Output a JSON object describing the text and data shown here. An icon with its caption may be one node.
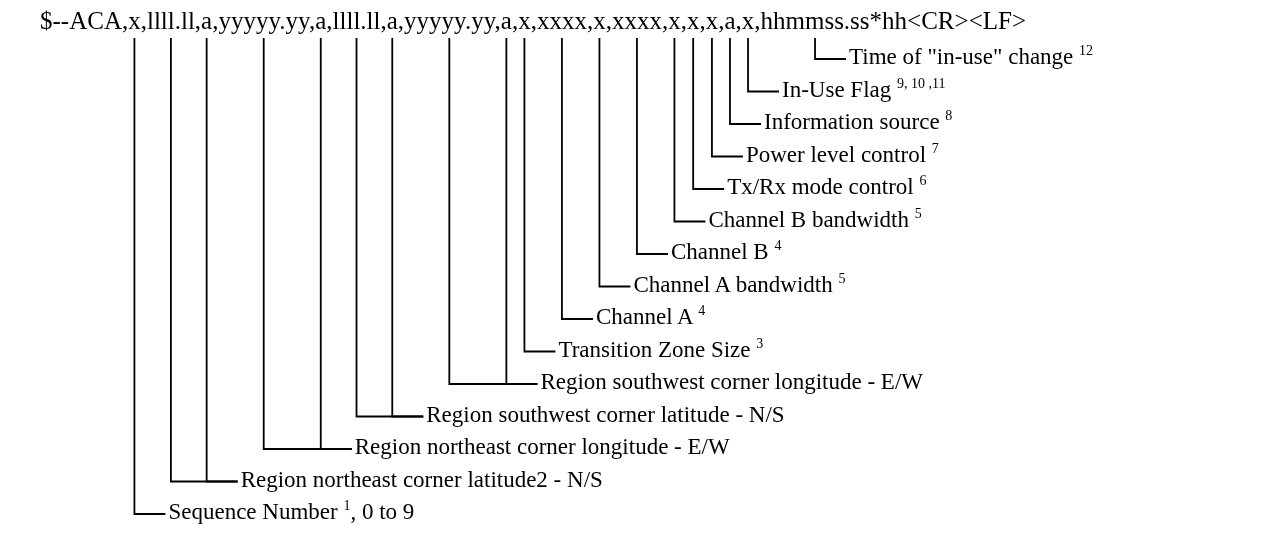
{
  "diagram": {
    "nodes": [
      {
        "text": [
          "$--ACA,x,llll.ll,a,yyyyy.yy,a,llll.ll,a,yyyyy.yy,a,x,xxxx,x,xxxx,x,x,x,a,x,hhmmss.ss*hh<CR><LF>"
        ]
      },
      {
        "text": [
          "Time of \"in-use\" change $^{12}$"
        ]
      },
      {
        "text": [
          "In-Use Flag $^{9, 10 ,11}$"
        ]
      },
      {
        "text": [
          "Information source $^{8}$"
        ]
      },
      {
        "text": [
          "Power level control $^{7}$"
        ]
      },
      {
        "text": [
          "Tx/Rx mode control $^{6}$"
        ]
      },
      {
        "text": [
          "Channel B bandwidth $^{5}$"
        ]
      },
      {
        "text": [
          "Channel B $^{4}$"
        ]
      },
      {
        "text": [
          "Channel A bandwidth $^{5}$"
        ]
      },
      {
        "text": [
          "Channel A $^{4}$"
        ]
      },
      {
        "text": [
          "Transition Zone Size $^{3}$"
        ]
      },
      {
        "text": [
          "Region southwest corner longitude - E/W"
        ]
      },
      {
        "text": [
          "Region southwest corner latitude - N/S"
        ]
      },
      {
        "text": [
          "Region northeast corner longitude - E/W"
        ]
      },
      {
        "text": [
          "Region northeast corner latitude2 - N/S"
        ]
      },
      {
        "text": [
          "Sequence Number $^{1}$, 0 to 9"
        ]
      }
    ],
    "edges": [
      {
        "from": 1,
        "to": 0,
        "arrow": "none"
      },
      {
        "from": 2,
        "to": 0,
        "arrow": "none"
      },
      {
        "from": 3,
        "to": 0,
        "arrow": "none"
      },
      {
        "from": 4,
        "to": 0,
        "arrow": "none"
      },
      {
        "from": 5,
        "to": 0,
        "arrow": "none"
      },
      {
        "from": 6,
        "to": 0,
        "arrow": "none"
      },
      {
        "from": 7,
        "to": 0,
        "arrow": "none"
      },
      {
        "from": 8,
        "to": 0,
        "arrow": "none"
      },
      {
        "from": 9,
        "to": 0,
        "arrow": "none"
      },
      {
        "from": 10,
        "to": 0,
        "arrow": "none"
      },
      {
        "from": 11,
        "to": 0,
        "arrow": "none"
      },
      {
        "from": 11,
        "to": 0,
        "arrow": "none"
      },
      {
        "from": 12,
        "to": 0,
        "arrow": "none"
      },
      {
        "from": 12,
        "to": 0,
        "arrow": "none"
      },
      {
        "from": 13,
        "to": 0,
        "arrow": "none"
      },
      {
        "from": 13,
        "to": 0,
        "arrow": "none"
      },
      {
        "from": 14,
        "to": 0,
        "arrow": "none"
      },
      {
        "from": 14,
        "to": 0,
        "arrow": "none"
      },
      {
        "from": 15,
        "to": 0,
        "arrow": "none"
      }
    ]
  }
}
